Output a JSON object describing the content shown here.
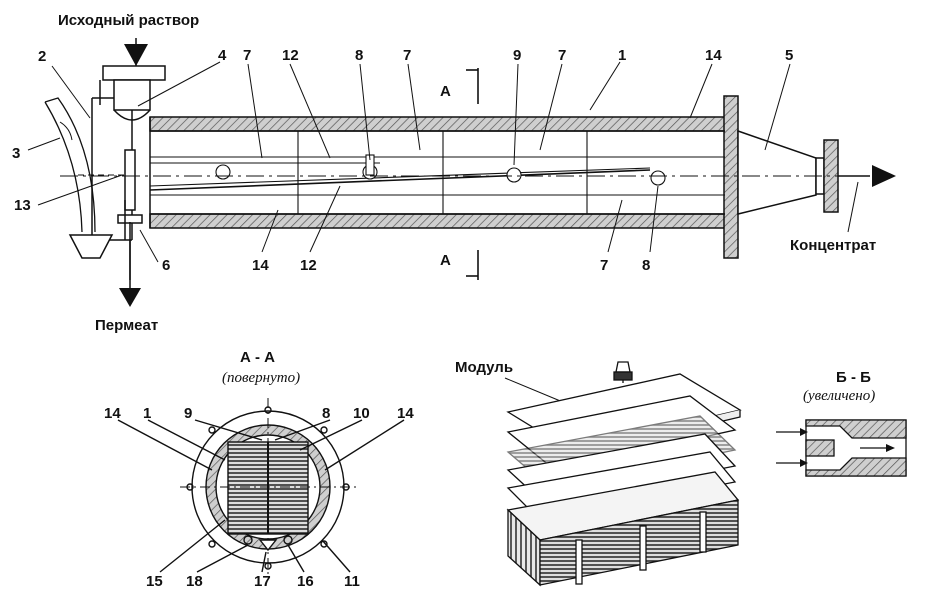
{
  "captions": {
    "feed": "Исходный раствор",
    "concentrate": "Концентрат",
    "permeate": "Пермеат",
    "section_aa": "А - А",
    "section_aa_note": "(повернуто)",
    "module": "Модуль",
    "section_bb": "Б - Б",
    "section_bb_note": "(увеличено)",
    "cut_mark": "А"
  },
  "callouts": {
    "main": [
      "2",
      "3",
      "13",
      "4",
      "7",
      "12",
      "8",
      "7",
      "9",
      "7",
      "1",
      "14",
      "5",
      "6",
      "14",
      "12",
      "7",
      "8"
    ],
    "section": [
      "14",
      "1",
      "9",
      "8",
      "10",
      "14",
      "15",
      "18",
      "17",
      "16",
      "11"
    ]
  }
}
